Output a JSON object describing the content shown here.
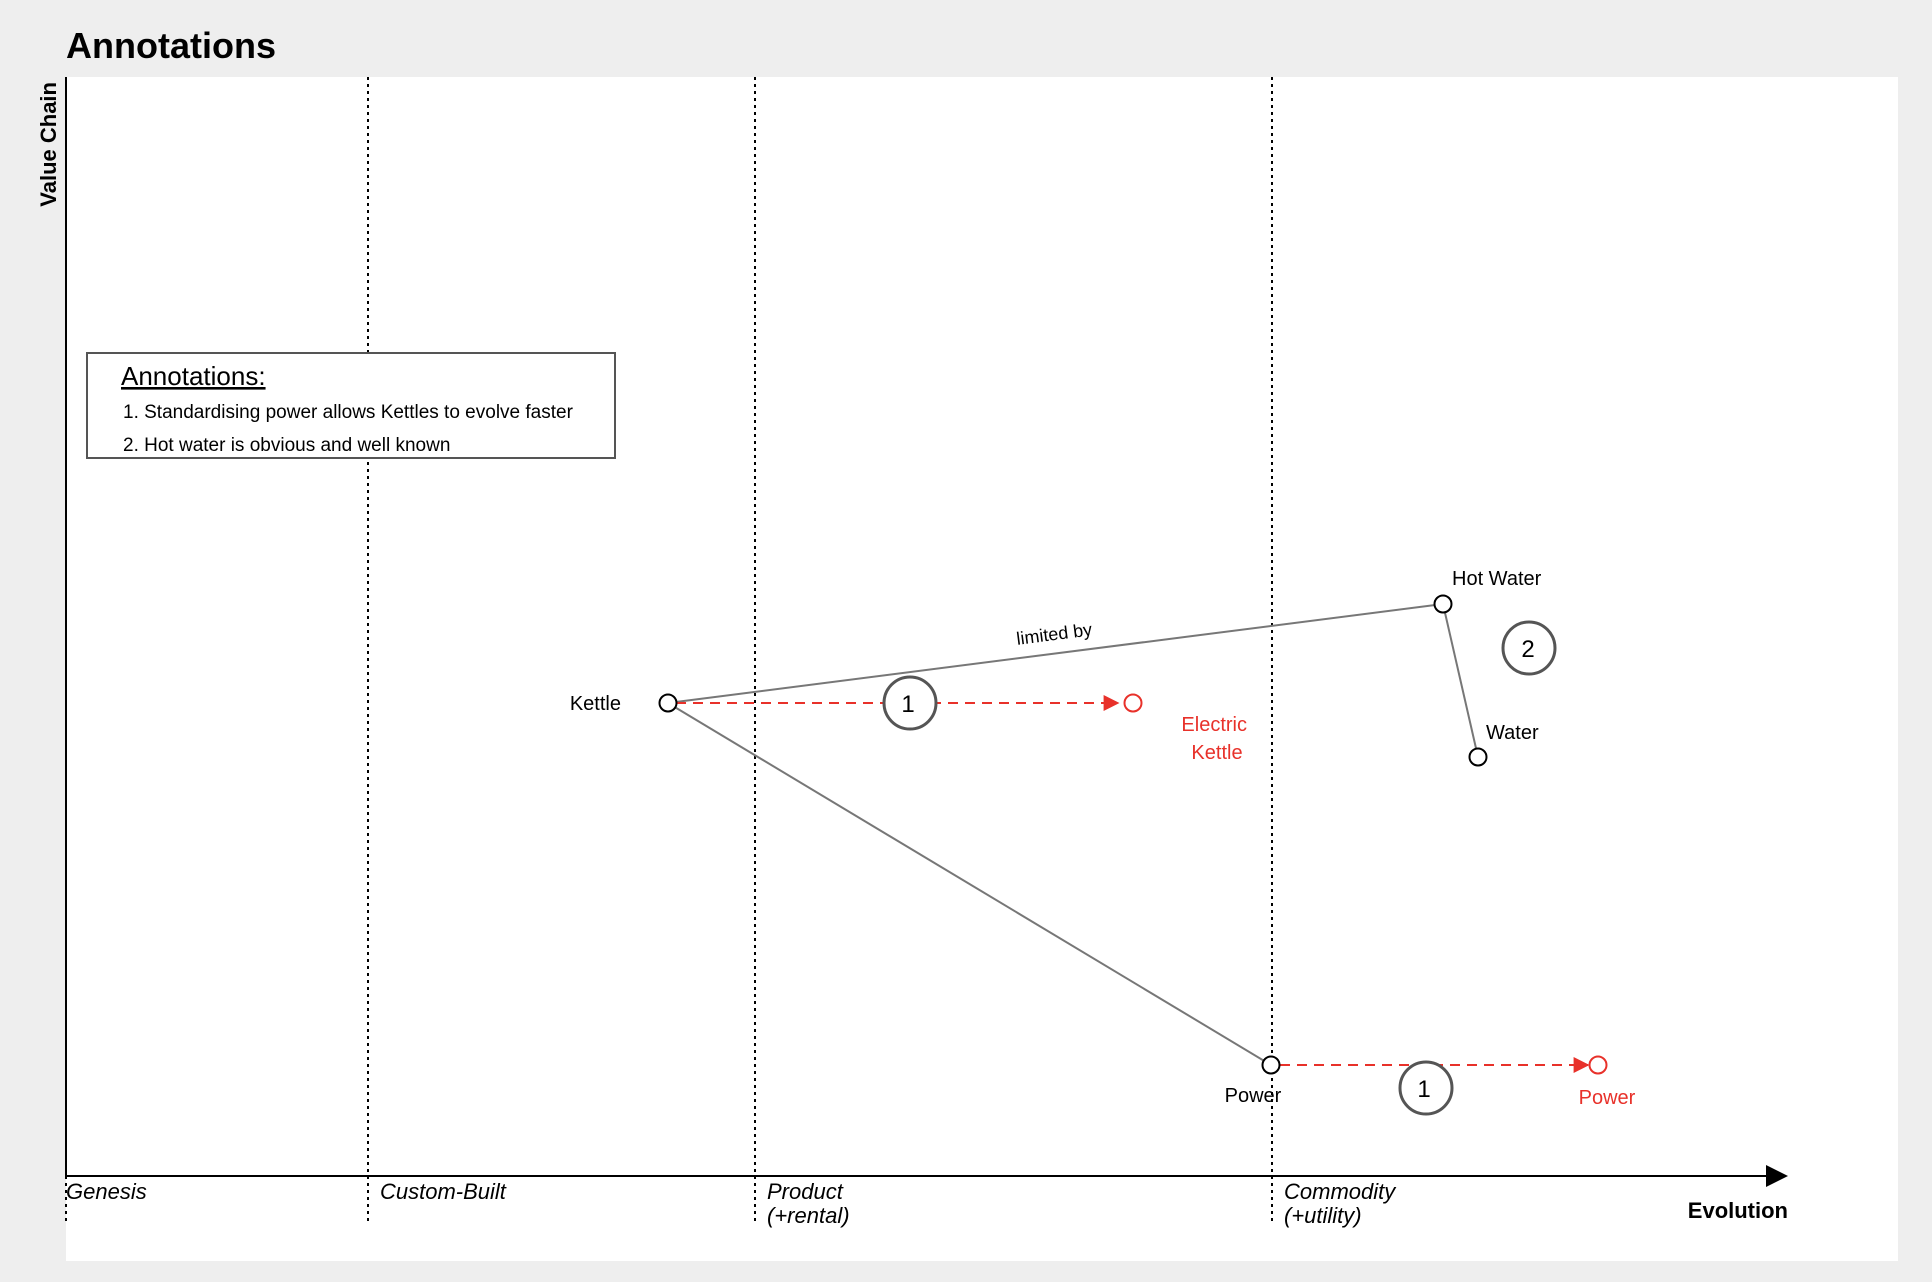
{
  "title": "Annotations",
  "axes": {
    "y_label": "Value Chain",
    "x_label": "Evolution"
  },
  "stages": [
    {
      "line1": "Genesis",
      "line2": ""
    },
    {
      "line1": "Custom-Built",
      "line2": ""
    },
    {
      "line1": "Product",
      "line2": "(+rental)"
    },
    {
      "line1": "Commodity",
      "line2": "(+utility)"
    }
  ],
  "components": [
    {
      "id": "kettle",
      "label": "Kettle"
    },
    {
      "id": "hot-water",
      "label": "Hot Water"
    },
    {
      "id": "water",
      "label": "Water"
    },
    {
      "id": "power",
      "label": "Power"
    }
  ],
  "evolved_components": [
    {
      "id": "electric-kettle",
      "label_line1": "Electric",
      "label_line2": "Kettle"
    },
    {
      "id": "power-evolved",
      "label_line1": "Power",
      "label_line2": ""
    }
  ],
  "links": [
    {
      "from": "kettle",
      "to": "hot-water",
      "label": "limited by"
    },
    {
      "from": "kettle",
      "to": "power",
      "label": ""
    },
    {
      "from": "hot-water",
      "to": "water",
      "label": ""
    }
  ],
  "annotation_markers": [
    {
      "id": "marker-1a",
      "number": "1"
    },
    {
      "id": "marker-1b",
      "number": "1"
    },
    {
      "id": "marker-2",
      "number": "2"
    }
  ],
  "annotations_box": {
    "title": "Annotations:",
    "items": [
      "1. Standardising power allows Kettles to evolve faster",
      "2. Hot water is obvious and well known"
    ]
  },
  "colors": {
    "link": "#777777",
    "evolution": "#e8312a",
    "marker": "#555555",
    "background": "#eeeeee",
    "canvas": "#ffffff"
  }
}
